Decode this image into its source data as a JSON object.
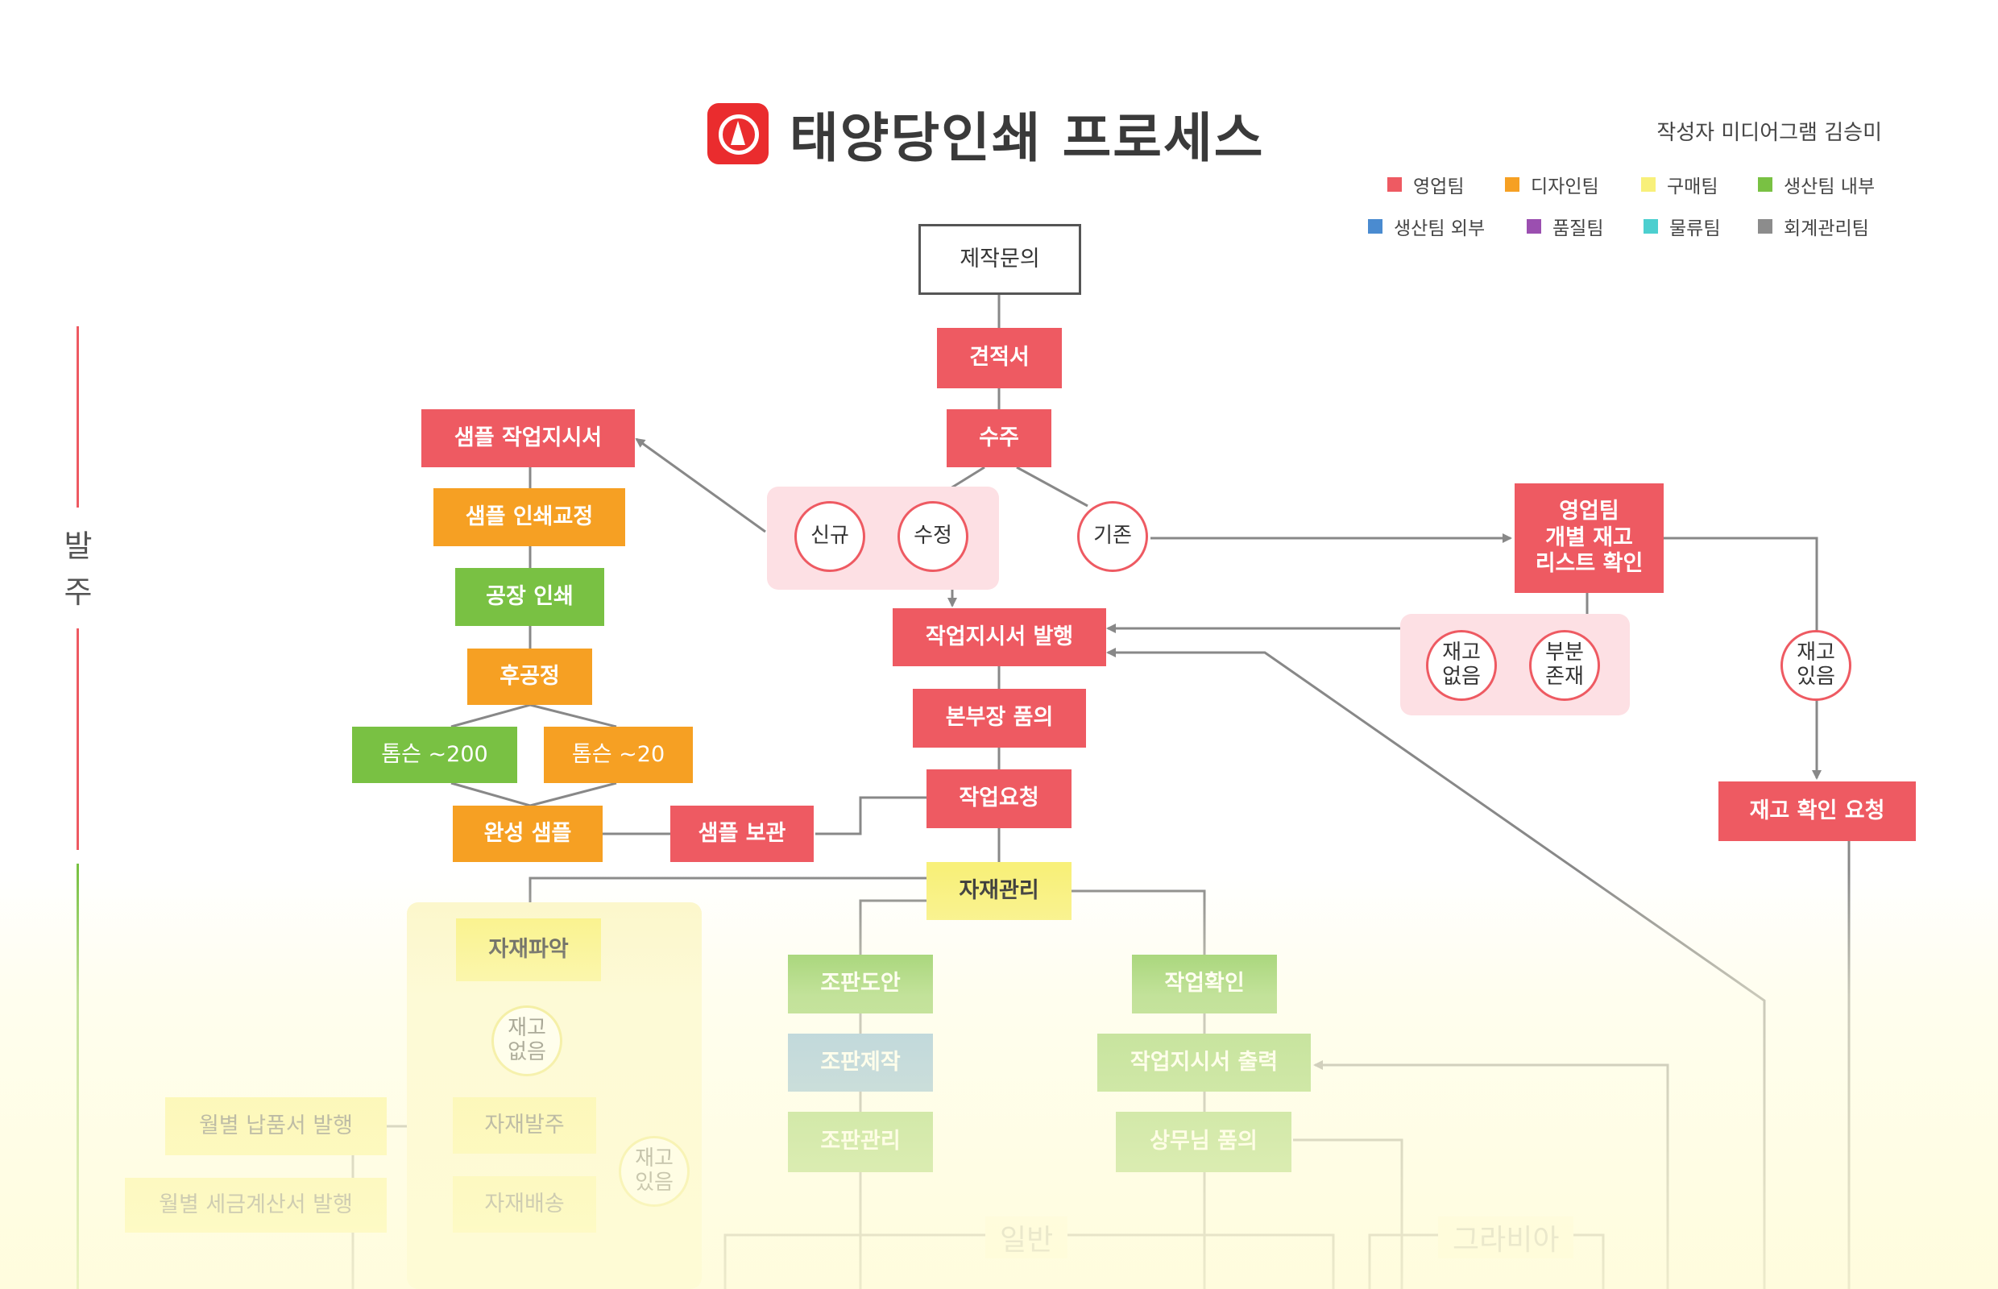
{
  "title": "태양당인쇄 프로세스",
  "author": "작성자 미디어그램 김승미",
  "legend": [
    {
      "label": "영업팀",
      "color": "#ee5a62"
    },
    {
      "label": "디자인팀",
      "color": "#f6a023"
    },
    {
      "label": "구매팀",
      "color": "#f8f07a"
    },
    {
      "label": "생산팀 내부",
      "color": "#79c143"
    },
    {
      "label": "생산팀 외부",
      "color": "#4a8bd0"
    },
    {
      "label": "품질팀",
      "color": "#9b4fb0"
    },
    {
      "label": "물류팀",
      "color": "#4ccfcf"
    },
    {
      "label": "회계관리팀",
      "color": "#8c8c8c"
    }
  ],
  "phases": {
    "order": "발\n주"
  },
  "nodes": {
    "inquiry": "제작문의",
    "estimate": "견적서",
    "order": "수주",
    "new": "신규",
    "revise": "수정",
    "existing": "기존",
    "sample_wo": "샘플 작업지시서",
    "sample_proof": "샘플 인쇄교정",
    "factory_print": "공장 인쇄",
    "post_process": "후공정",
    "tomson_200": "톰슨 ~200",
    "tomson_20": "톰슨 ~20",
    "finished_sample": "완성 샘플",
    "sample_storage": "샘플 보관",
    "wo_issue": "작업지시서 발행",
    "hq_approval": "본부장 품의",
    "work_request": "작업요청",
    "material_mgmt": "자재관리",
    "sales_stock_check": "영업팀\n개별 재고\n리스트 확인",
    "no_stock": "재고\n없음",
    "partial": "부분\n존재",
    "has_stock": "재고\n있음",
    "stock_request": "재고 확인 요청",
    "material_check": "자재파악",
    "no_stock2": "재고\n없음",
    "has_stock2": "재고\n있음",
    "monthly_delivery": "월별 납품서 발행",
    "monthly_tax": "월별 세금계산서 발행",
    "material_order": "자재발주",
    "material_delivery": "자재배송",
    "plate_draft": "조판도안",
    "plate_make": "조판제작",
    "plate_mgmt": "조판관리",
    "work_confirm": "작업확인",
    "wo_print": "작업지시서 출력",
    "exec_approval": "상무님 품의",
    "general": "일반",
    "gravure": "그라비아"
  }
}
